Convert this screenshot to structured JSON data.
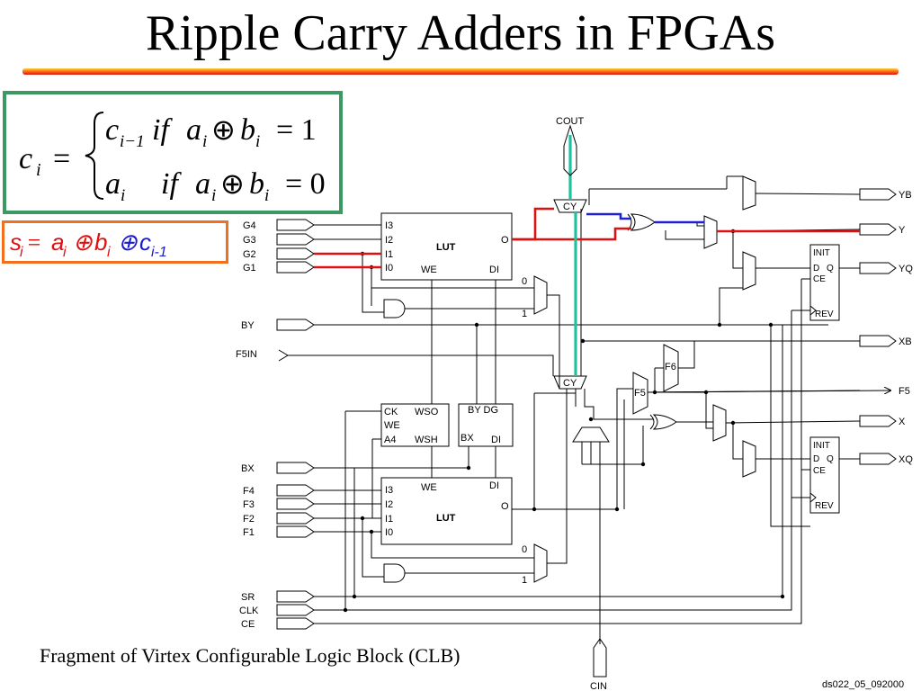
{
  "slide": {
    "title": "Ripple Carry Adders in FPGAs",
    "caption": "Fragment of Virtex Configurable Logic Block (CLB)",
    "doc_id": "ds022_05_092000"
  },
  "equation": {
    "lhs": "c",
    "lhs_sub": "i",
    "eq": "=",
    "case1_term": "c",
    "case1_sub": "i−1",
    "case1_if": "if",
    "case1_a": "a",
    "case1_a_sub": "i",
    "case1_b": "b",
    "case1_b_sub": "i",
    "case1_val": "= 1",
    "case2_term": "a",
    "case2_sub": "i",
    "case2_if": "if",
    "case2_a": "a",
    "case2_a_sub": "i",
    "case2_b": "b",
    "case2_b_sub": "i",
    "case2_val": "= 0",
    "xor_symbol": "⊕"
  },
  "sum_equation": {
    "s": "s",
    "s_sub": "i",
    "eq": "=",
    "a": "a",
    "a_sub": "i",
    "xor1": "⊕",
    "b": "b",
    "b_sub": "i",
    "xor2": "⊕",
    "c": "c",
    "c_sub": "i-1",
    "colors": {
      "red": "#e01010",
      "blue": "#1a1ad0"
    }
  },
  "diagram": {
    "inputs_top": [
      "G4",
      "G3",
      "G2",
      "G1"
    ],
    "by": "BY",
    "f5in": "F5IN",
    "bx": "BX",
    "inputs_bottom": [
      "F4",
      "F3",
      "F2",
      "F1"
    ],
    "controls": [
      "SR",
      "CLK",
      "CE"
    ],
    "outputs": [
      "YB",
      "Y",
      "YQ",
      "XB",
      "F5",
      "X",
      "XQ"
    ],
    "cout": "COUT",
    "cin": "CIN",
    "cy": "CY",
    "f5": "F5",
    "f6": "F6",
    "lut_top": {
      "pins": [
        "I3",
        "I2",
        "I1",
        "I0"
      ],
      "name": "LUT",
      "we": "WE",
      "di": "DI",
      "o": "O"
    },
    "lut_bottom": {
      "pins": [
        "I3",
        "I2",
        "I1",
        "I0"
      ],
      "name": "LUT",
      "we": "WE",
      "di": "DI",
      "o": "O"
    },
    "wso_block": {
      "ck": "CK",
      "we": "WE",
      "a4": "A4",
      "wso": "WSO",
      "wsh": "WSH"
    },
    "bydg_block": {
      "by": "BY DG",
      "bx": "BX",
      "di": "DI"
    },
    "ff_top": {
      "init": "INIT",
      "d": "D",
      "q": "Q",
      "ce": "CE",
      "rev": "REV"
    },
    "ff_bottom": {
      "init": "INIT",
      "d": "D",
      "q": "Q",
      "ce": "CE",
      "rev": "REV"
    },
    "mux_zero": "0",
    "mux_one": "1",
    "highlight_colors": {
      "red": "#e01010",
      "blue": "#2020d0",
      "teal": "#20c0a0"
    }
  }
}
